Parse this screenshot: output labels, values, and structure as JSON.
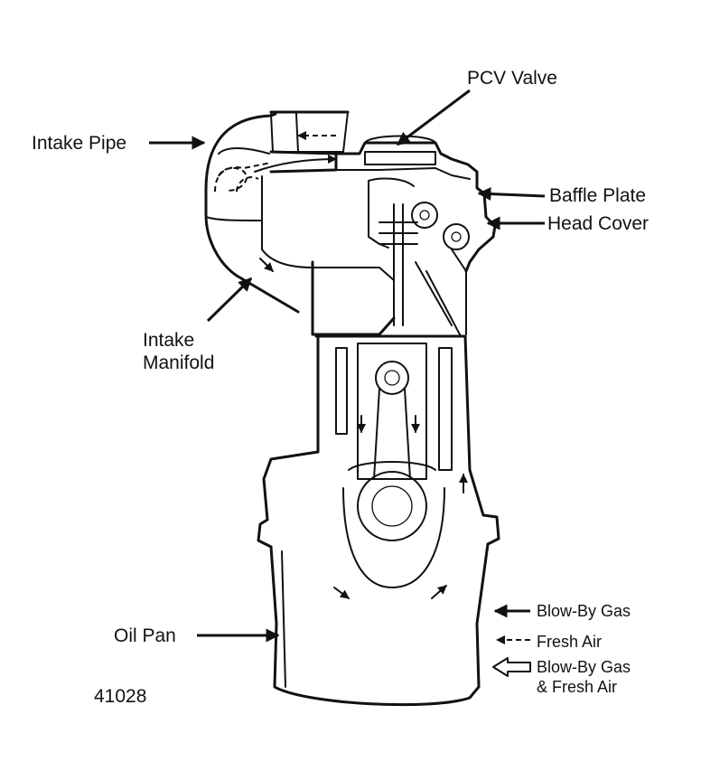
{
  "labels": {
    "pcv_valve": "PCV Valve",
    "intake_pipe": "Intake Pipe",
    "baffle_plate": "Baffle Plate",
    "head_cover": "Head Cover",
    "intake_manifold_line1": "Intake",
    "intake_manifold_line2": "Manifold",
    "oil_pan": "Oil Pan"
  },
  "legend": {
    "blow_by_gas": "Blow-By Gas",
    "fresh_air": "Fresh Air",
    "blow_by_fresh_line1": "Blow-By Gas",
    "blow_by_fresh_line2": "& Fresh Air"
  },
  "figure_id": "41028"
}
